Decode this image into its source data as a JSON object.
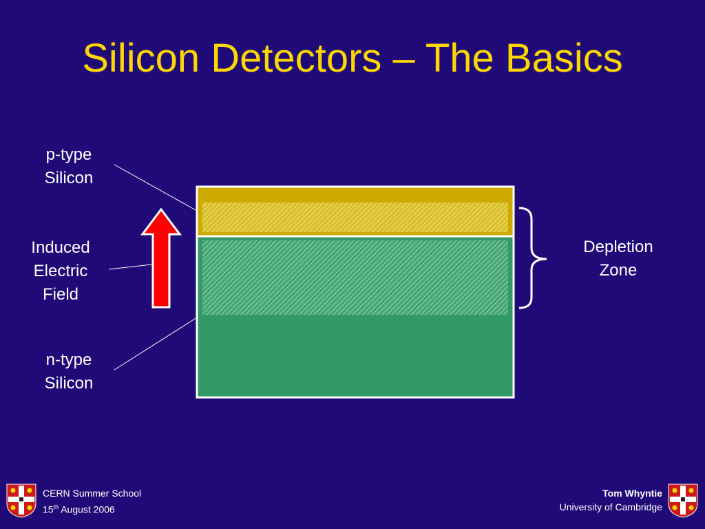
{
  "slide": {
    "title": "Silicon Detectors – The Basics",
    "labels": {
      "p_type": [
        "p-type",
        "Silicon"
      ],
      "induced_field": [
        "Induced",
        "Electric",
        "Field"
      ],
      "n_type": [
        "n-type",
        "Silicon"
      ],
      "depletion_zone": [
        "Depletion",
        "Zone"
      ]
    },
    "colors": {
      "background": "#1f0a78",
      "title": "#ffd700",
      "p_layer": "#ccaa00",
      "n_layer": "#339966",
      "arrow": "#ff0000",
      "outline": "#ffffff"
    }
  },
  "footer": {
    "left": {
      "event": "CERN Summer School",
      "date_day": "15",
      "date_suffix": "th",
      "date_rest": " August 2006"
    },
    "right": {
      "author": "Tom Whyntie",
      "institution": "University of Cambridge"
    },
    "logo_icon": "cambridge-crest-icon"
  }
}
